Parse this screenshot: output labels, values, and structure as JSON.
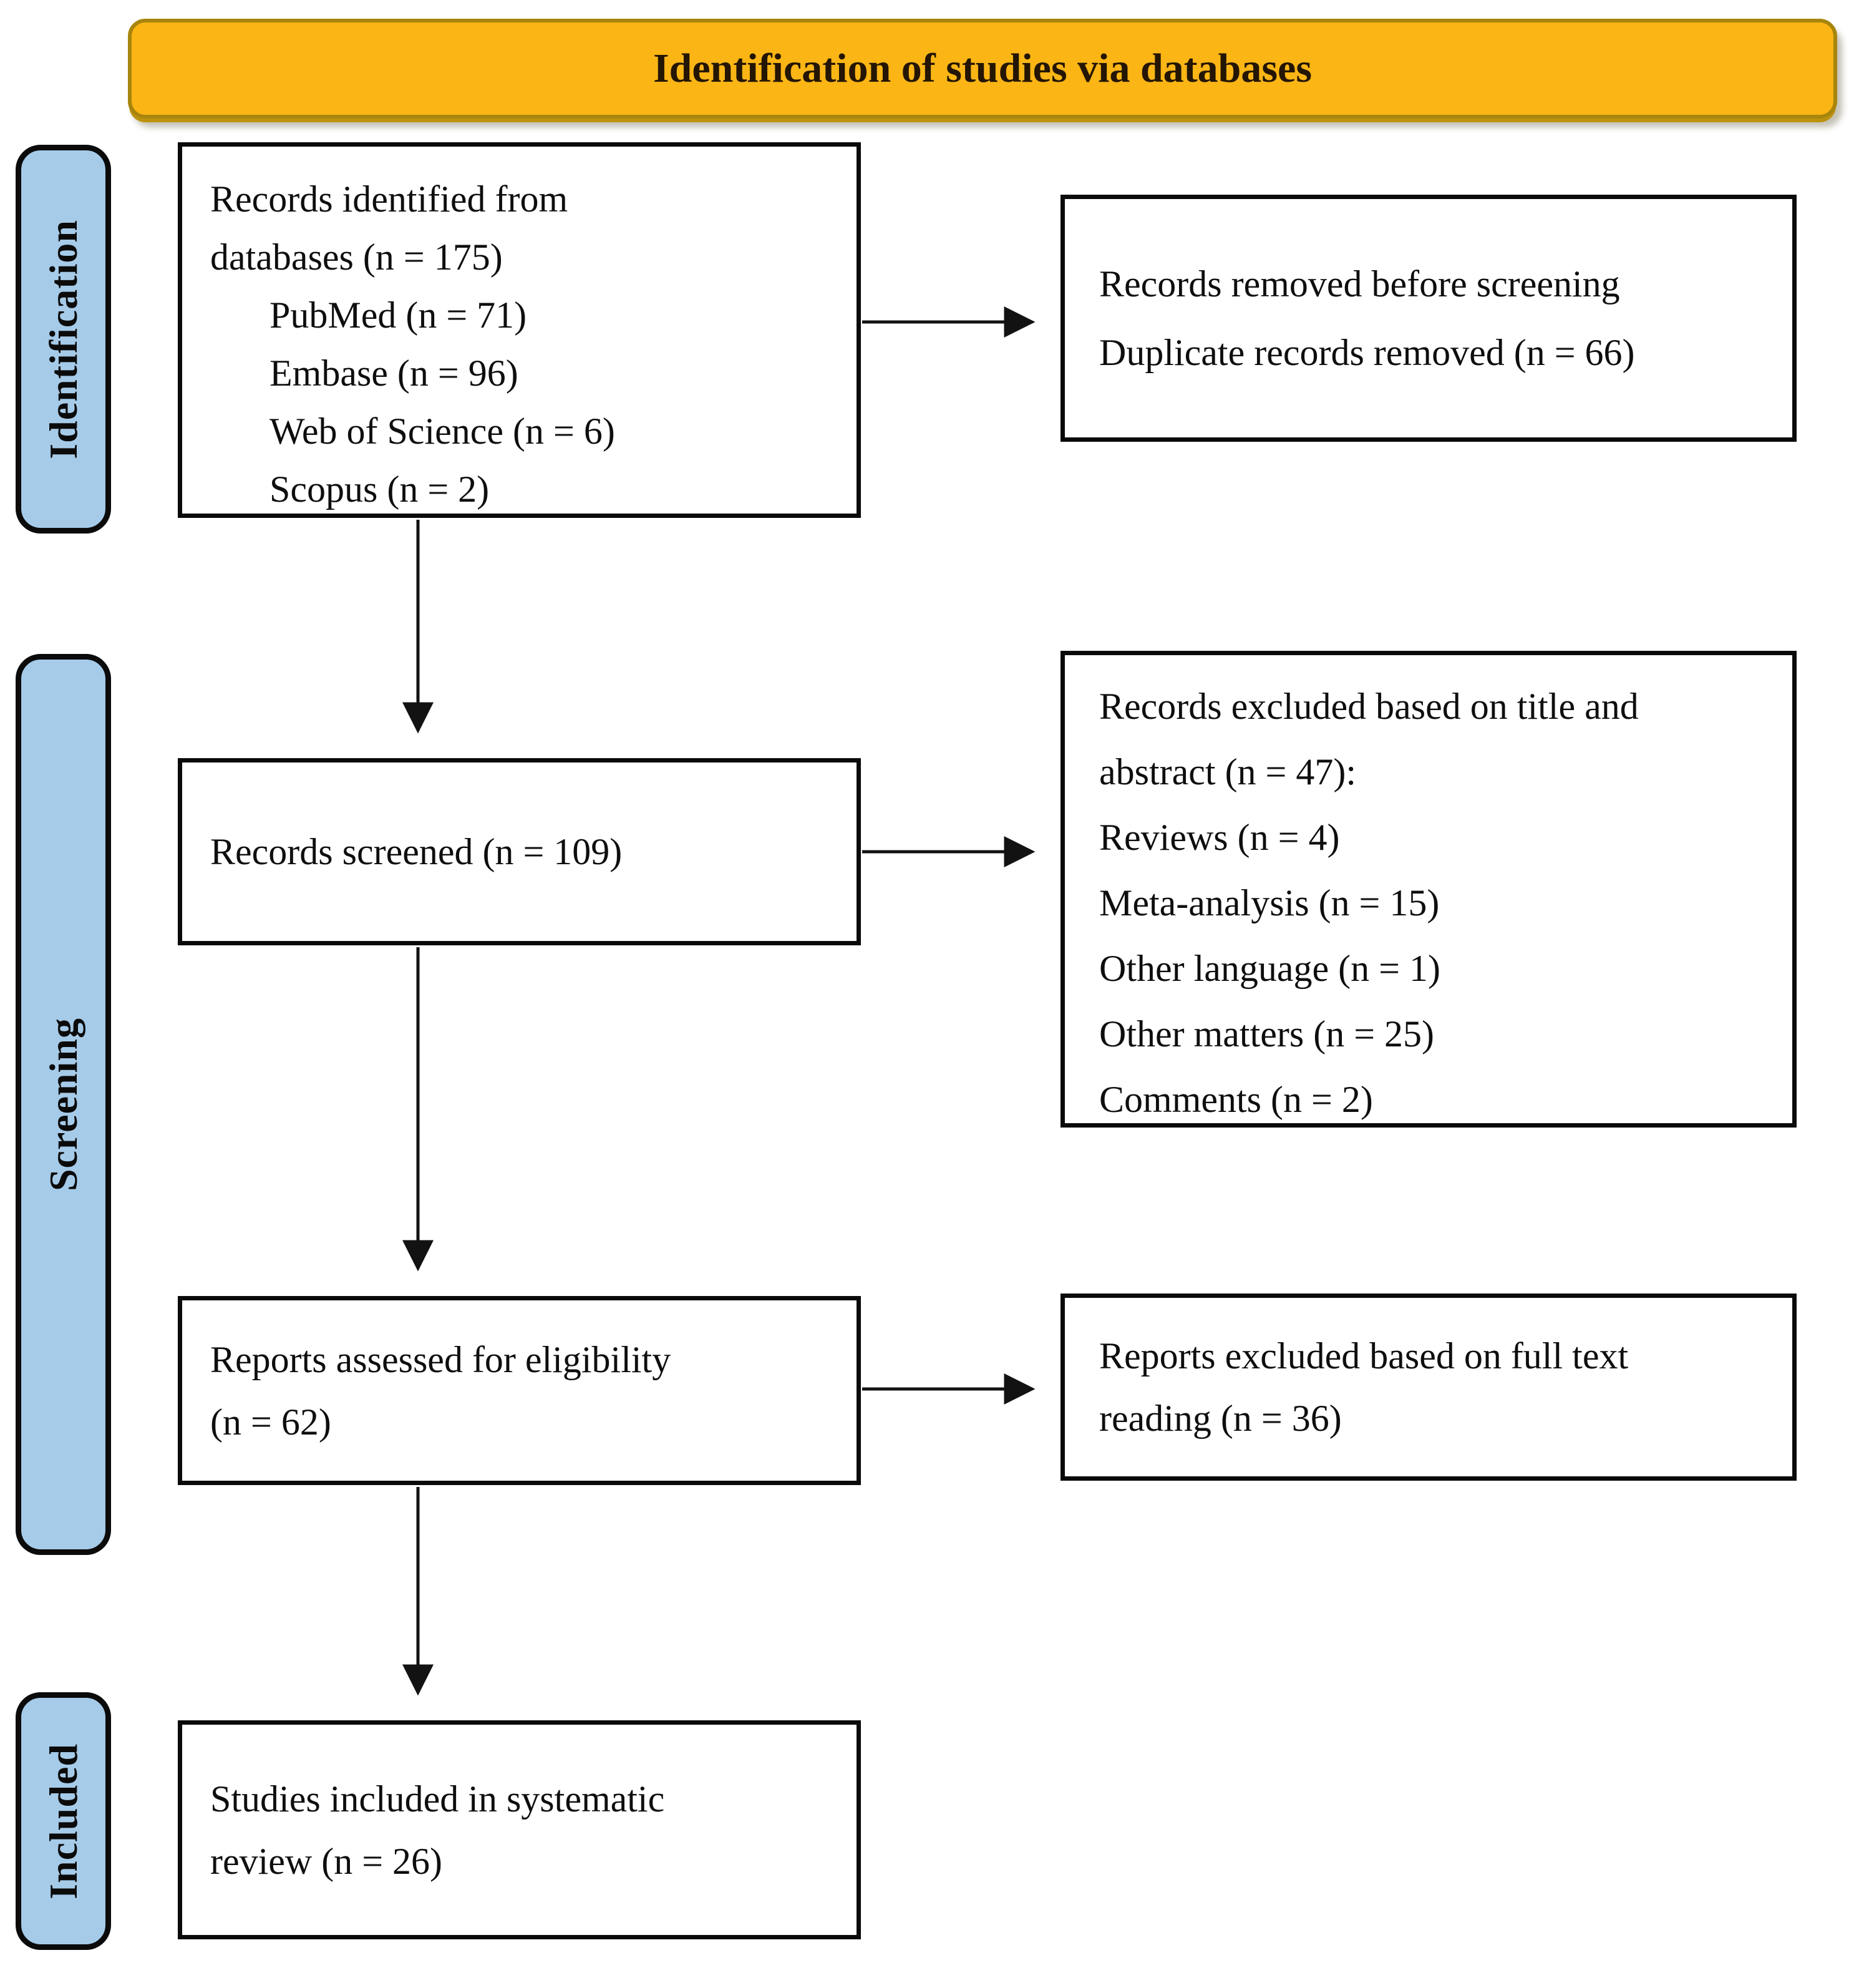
{
  "banner": {
    "label": "Identification of studies via databases"
  },
  "stages": [
    {
      "label": "Identification"
    },
    {
      "label": "Screening"
    },
    {
      "label": "Included"
    }
  ],
  "boxes": {
    "identified": {
      "line1": "Records identified from",
      "line2": "databases (n = 175)",
      "items": [
        "PubMed (n = 71)",
        "Embase (n = 96)",
        "Web of Science (n = 6)",
        "Scopus (n = 2)"
      ]
    },
    "removed": {
      "line1": "Records removed before screening",
      "line2": "Duplicate records removed (n = 66)"
    },
    "screened": {
      "text": "Records screened (n = 109)"
    },
    "excluded_title_abstract": {
      "line1": "Records excluded based on title and",
      "line2": "abstract (n = 47):",
      "items": [
        "Reviews (n = 4)",
        "Meta-analysis (n = 15)",
        "Other language (n = 1)",
        "Other matters (n = 25)",
        "Comments (n = 2)"
      ]
    },
    "assessed": {
      "line1": "Reports assessed for eligibility",
      "line2": "(n = 62)"
    },
    "excluded_full_text": {
      "line1": "Reports excluded based on full text",
      "line2": "reading (n = 36)"
    },
    "included": {
      "line1": "Studies included in systematic",
      "line2": "review (n = 26)"
    }
  },
  "colors": {
    "banner_fill": "#fbb515",
    "banner_border": "#a8850c",
    "banner_text": "#241603",
    "stage_fill": "#a6cbe9",
    "box_border": "#0a0a0a",
    "box_bg": "#ffffff",
    "arrow": "#121212"
  }
}
